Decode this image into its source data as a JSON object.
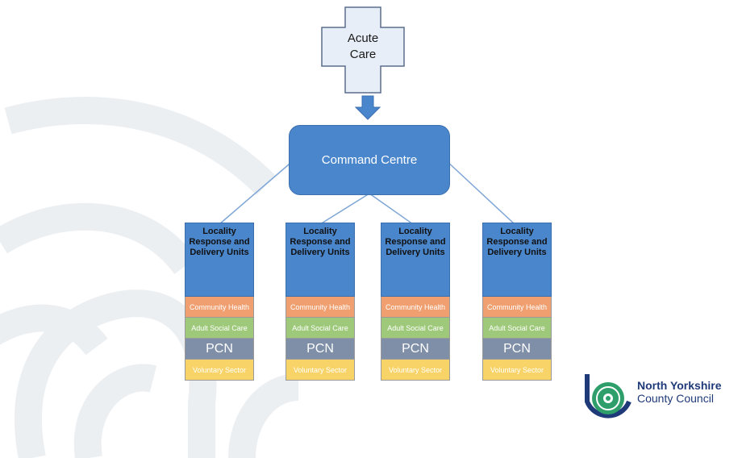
{
  "acute_care": {
    "line1": "Acute",
    "line2": "Care"
  },
  "command_centre": {
    "label": "Command Centre"
  },
  "units": [
    {
      "title": "Locality Response and Delivery Units",
      "rows": [
        "Community Health",
        "Adult Social Care",
        "PCN",
        "Voluntary Sector"
      ]
    },
    {
      "title": "Locality Response and Delivery Units",
      "rows": [
        "Community Health",
        "Adult Social Care",
        "PCN",
        "Voluntary Sector"
      ]
    },
    {
      "title": "Locality Response and Delivery Units",
      "rows": [
        "Community Health",
        "Adult Social Care",
        "PCN",
        "Voluntary Sector"
      ]
    },
    {
      "title": "Locality Response and Delivery Units",
      "rows": [
        "Community Health",
        "Adult Social Care",
        "PCN",
        "Voluntary Sector"
      ]
    }
  ],
  "logo": {
    "line1": "North Yorkshire",
    "line2": "County Council"
  },
  "colors": {
    "blue": "#4a86cc",
    "community_health": "#f0a070",
    "adult_social_care": "#9ec97a",
    "pcn": "#7f8fa8",
    "voluntary_sector": "#f8d468",
    "logo_navy": "#1f3a78",
    "logo_green": "#2e9e6a"
  }
}
